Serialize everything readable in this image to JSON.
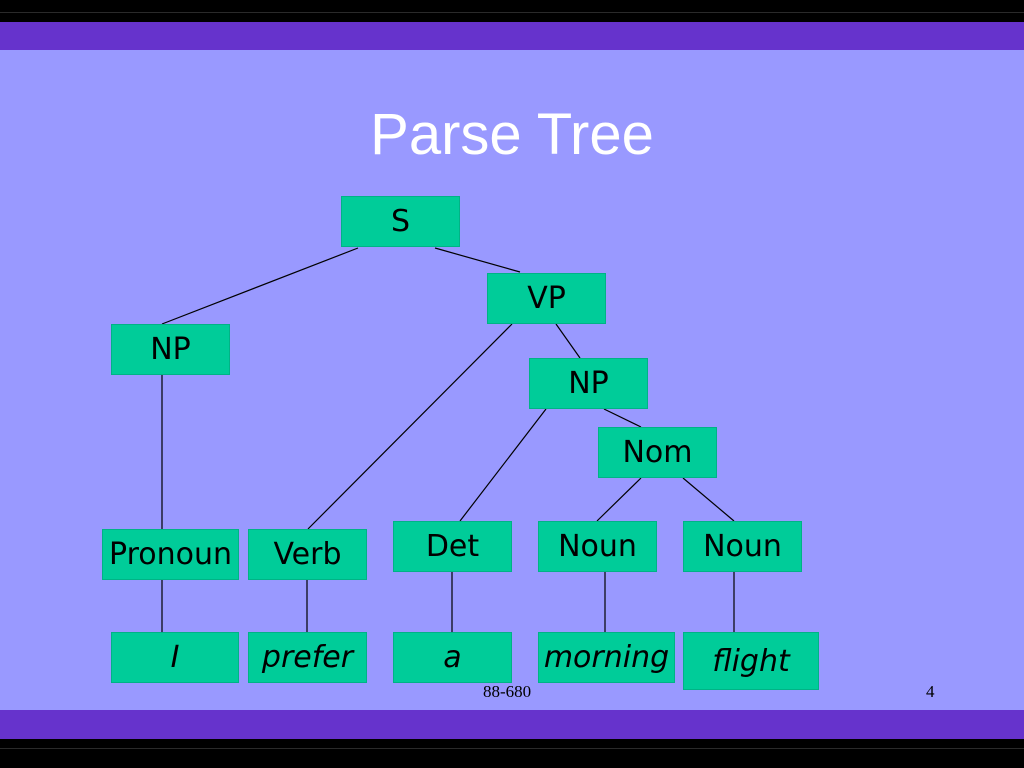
{
  "slide": {
    "title": "Parse Tree",
    "footer_center": "88-680",
    "page_number": "4"
  },
  "tree": {
    "s": "S",
    "vp": "VP",
    "np_subject": "NP",
    "np_object": "NP",
    "nom": "Nom",
    "pronoun": "Pronoun",
    "verb": "Verb",
    "det": "Det",
    "noun_1": "Noun",
    "noun_2": "Noun",
    "word_i": "I",
    "word_prefer": "prefer",
    "word_a": "a",
    "word_morning": "morning",
    "word_flight": "flight"
  },
  "colors": {
    "background": "#9999ff",
    "band": "#6633cc",
    "node": "#00cc99",
    "title": "#ffffff"
  }
}
